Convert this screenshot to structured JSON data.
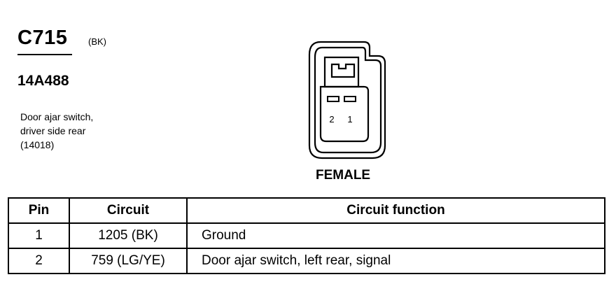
{
  "connector": {
    "id": "C715",
    "color": "(BK)",
    "part_number": "14A488",
    "description_lines": [
      "Door ajar switch,",
      "driver side rear",
      "(14018)"
    ],
    "gender": "FEMALE",
    "pin_labels": [
      "2",
      "1"
    ]
  },
  "table": {
    "headers": {
      "pin": "Pin",
      "circuit": "Circuit",
      "function": "Circuit function"
    },
    "rows": [
      {
        "pin": "1",
        "circuit": "1205 (BK)",
        "function": "Ground"
      },
      {
        "pin": "2",
        "circuit": "759 (LG/YE)",
        "function": "Door ajar switch, left rear, signal"
      }
    ]
  }
}
